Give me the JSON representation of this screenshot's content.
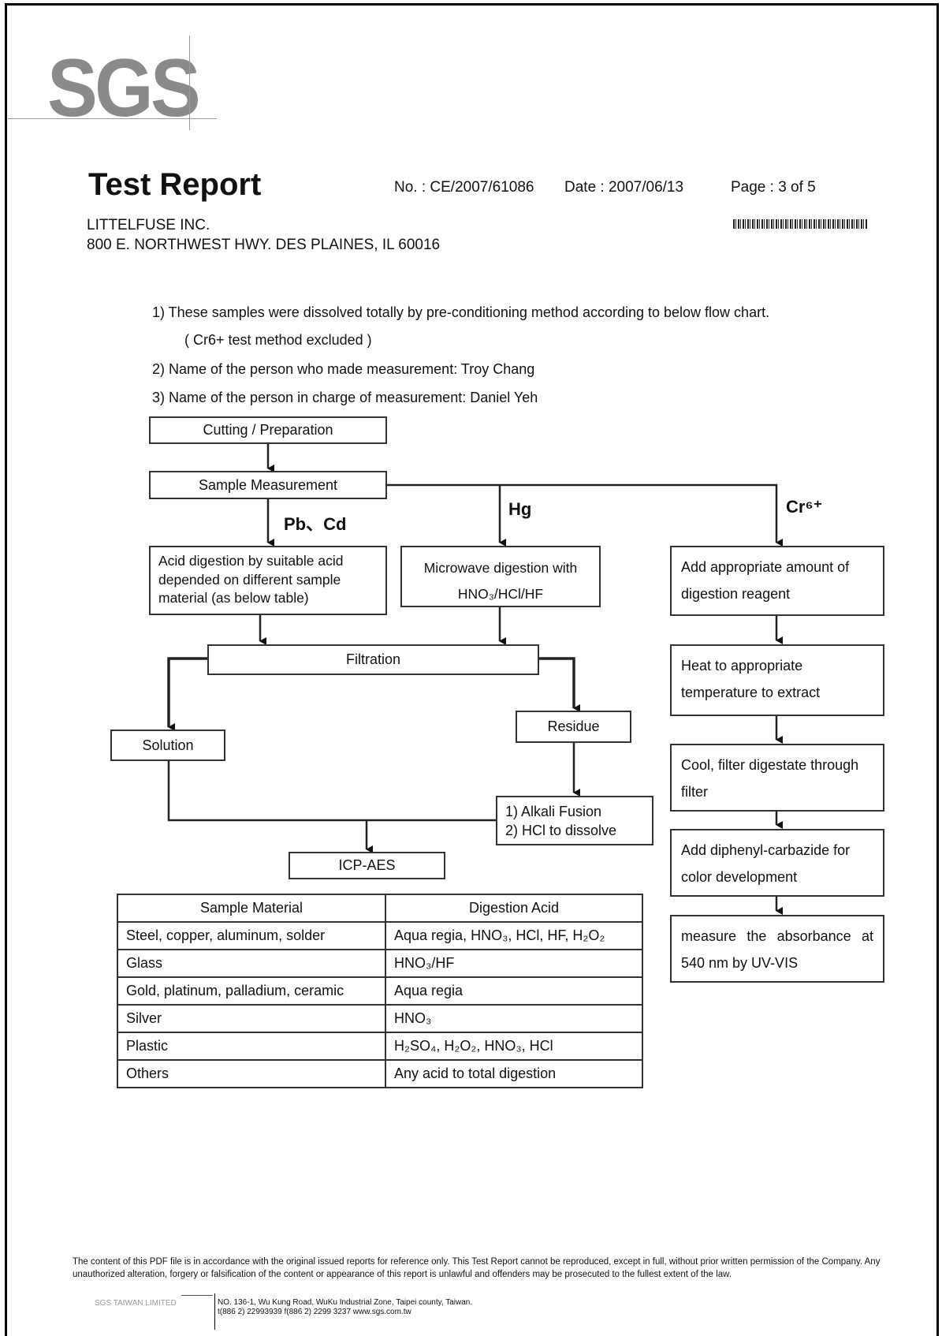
{
  "brand": {
    "logo": "SGS"
  },
  "header": {
    "title": "Test Report",
    "report_no": "No. : CE/2007/61086",
    "date": "Date : 2007/06/13",
    "page": "Page : 3 of 5",
    "company": "LITTELFUSE INC.",
    "address": "800 E. NORTHWEST HWY. DES PLAINES, IL 60016"
  },
  "notes": {
    "n1": "1)  These samples were dissolved totally by pre-conditioning method according to below flow chart.",
    "n1b": "( Cr6+ test method excluded )",
    "n2": "2)  Name of the person who made measurement: Troy Chang",
    "n3": "3)  Name of the person in charge of measurement: Daniel Yeh"
  },
  "flow": {
    "cutting": "Cutting / Preparation",
    "sample_measurement": "Sample Measurement",
    "label_pbcd": "Pb、Cd",
    "label_hg": "Hg",
    "label_cr": "Cr⁶⁺",
    "acid_digestion": "Acid digestion by suitable acid depended on different sample material (as below table)",
    "microwave": "Microwave digestion with",
    "microwave_acids": "HNO₃/HCl/HF",
    "filtration": "Filtration",
    "solution": "Solution",
    "residue": "Residue",
    "alkali1": "1)   Alkali Fusion",
    "alkali2": "2)   HCl to dissolve",
    "icp": "ICP-AES",
    "cr_step1": "Add appropriate amount of digestion reagent",
    "cr_step2": "Heat to appropriate temperature to extract",
    "cr_step3": "Cool, filter digestate through filter",
    "cr_step4": "Add diphenyl-carbazide for color development",
    "cr_step5": "measure the absorbance at 540 nm by UV-VIS"
  },
  "table": {
    "headers": [
      "Sample Material",
      "Digestion Acid"
    ],
    "rows": [
      [
        "Steel, copper, aluminum, solder",
        "Aqua regia, HNO₃, HCl, HF, H₂O₂"
      ],
      [
        "Glass",
        "HNO₃/HF"
      ],
      [
        "Gold, platinum, palladium, ceramic",
        "Aqua regia"
      ],
      [
        "Silver",
        "HNO₃"
      ],
      [
        "Plastic",
        "H₂SO₄, H₂O₂, HNO₃, HCl"
      ],
      [
        "Others",
        "Any acid to total digestion"
      ]
    ]
  },
  "footer": {
    "disclaimer": "The content of this PDF file is in accordance with the original issued reports for reference only. This Test Report cannot be reproduced, except in full, without prior written permission of the Company. Any unauthorized alteration, forgery or falsification of the content or appearance of this report is unlawful and offenders may be prosecuted to the fullest extent of the law.",
    "entity": "SGS TAIWAN LIMITED",
    "address_line1": "NO. 136-1, Wu Kung Road, WuKu Industrial Zone, Taipei county, Taiwan.",
    "address_line2": "t(886 2) 22993939 f(886 2) 2299 3237    www.sgs.com.tw"
  }
}
